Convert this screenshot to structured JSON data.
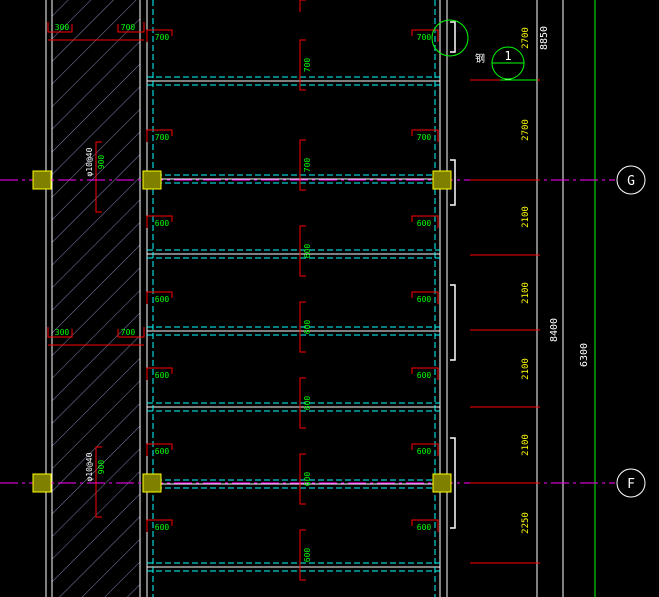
{
  "drawing": {
    "colors": {
      "background": "#000000",
      "wall": "#ffffff",
      "beam": "#00ffff",
      "rebar": "#ff0000",
      "dim_green": "#00ff00",
      "dim_yellow": "#ffff00",
      "grid_line": "#ff00ff",
      "column_fill": "#808000",
      "column_edge": "#ffff00",
      "hatch": "#c8c8ff"
    },
    "grid_axes": [
      {
        "label": "G"
      },
      {
        "label": "F"
      }
    ],
    "section_mark": {
      "label": "1",
      "prefix": "钢"
    },
    "overall_dims": [
      "8850",
      "8400",
      "6300"
    ],
    "bay_dims": [
      "2700",
      "2700",
      "2100",
      "2100",
      "2100",
      "2100",
      "2250"
    ],
    "beam_spacing_labels": [
      "700",
      "700",
      "600",
      "600",
      "600",
      "600",
      "600"
    ],
    "left_bar_labels": [
      "700",
      "700"
    ],
    "center_bar_labels": [
      "700",
      "700",
      "600",
      "600",
      "600",
      "600",
      "600"
    ],
    "wall_rebar_labels": [
      {
        "text": "φ10@40",
        "dim": "900"
      },
      {
        "text": "φ10@40",
        "dim": "900"
      }
    ],
    "wall_top_labels": [
      "300",
      "700",
      "300",
      "700"
    ]
  }
}
